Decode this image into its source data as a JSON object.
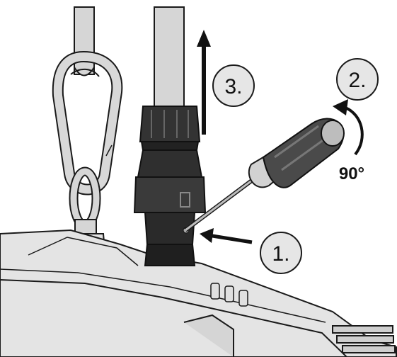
{
  "steps": {
    "step1": "1.",
    "step2": "2.",
    "step3": "3."
  },
  "rotation_label": "90°",
  "colors": {
    "line": "#1a1a1a",
    "housing": "#e3e3e3",
    "housing_shadow": "#c9c9c9",
    "metal": "#d0d0d0",
    "connector": "#2b2b2b",
    "badge_fill": "#e6e6e6",
    "handle": "#444444"
  }
}
